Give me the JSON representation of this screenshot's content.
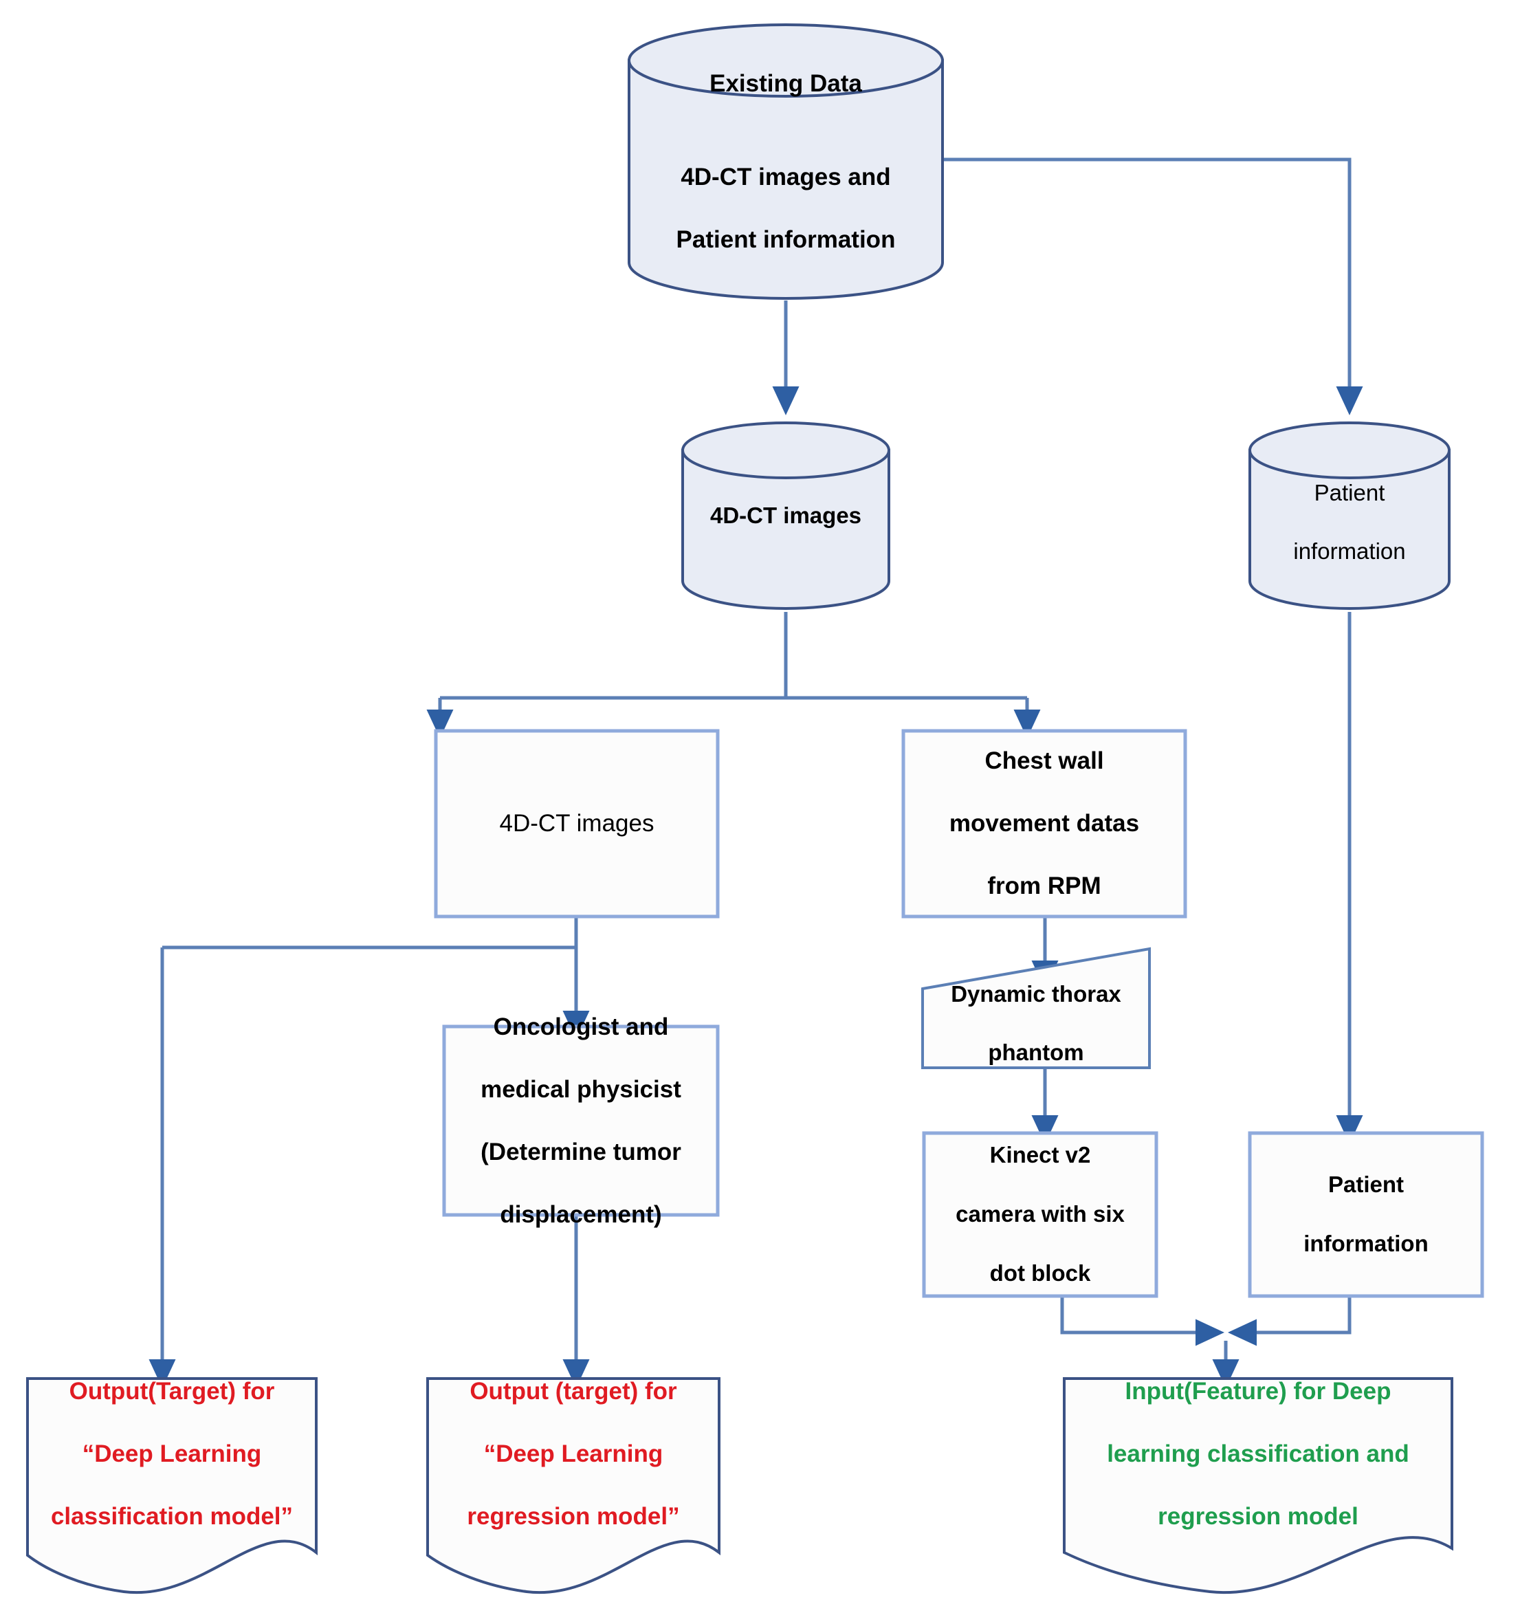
{
  "diagram": {
    "title": "Study workflow flowchart",
    "colors": {
      "cylinder_fill": "#e8ecf5",
      "cylinder_stroke": "#3b5285",
      "box_fill": "#fcfcfc",
      "box_stroke": "#8faadc",
      "connector": "#5b7fb5",
      "arrowhead": "#2e5fa3",
      "text_red": "#e01b22",
      "text_green": "#1f9e4e",
      "text_black": "#000000"
    },
    "nodes": {
      "existing_data": {
        "shape": "cylinder",
        "line1": "Existing Data",
        "line2": "4D-CT images and",
        "line3": "Patient information"
      },
      "ct_cylinder": {
        "shape": "cylinder",
        "label": "4D-CT images"
      },
      "patient_cylinder": {
        "shape": "cylinder",
        "line1": "Patient",
        "line2": "information"
      },
      "ct_box": {
        "shape": "rectangle",
        "label": "4D-CT images"
      },
      "chest_wall_box": {
        "shape": "rectangle",
        "line1": "Chest wall",
        "line2": "movement datas",
        "line3": "from RPM"
      },
      "phantom_box": {
        "shape": "trapezoid",
        "line1": "Dynamic thorax",
        "line2": "phantom"
      },
      "oncologist_box": {
        "shape": "rectangle",
        "line1": "Oncologist and",
        "line2": "medical physicist",
        "line3": "(Determine tumor",
        "line4": "displacement)"
      },
      "kinect_box": {
        "shape": "rectangle",
        "line1": "Kinect v2",
        "line2": "camera with six",
        "line3": "dot block"
      },
      "patient_box": {
        "shape": "rectangle",
        "line1": "Patient",
        "line2": "information"
      },
      "output_classification": {
        "shape": "document",
        "color": "#e01b22",
        "line1": "Output(Target) for",
        "line2": "“Deep Learning",
        "line3": "classification model”"
      },
      "output_regression": {
        "shape": "document",
        "color": "#e01b22",
        "line1": "Output (target) for",
        "line2": "“Deep Learning",
        "line3": "regression model”"
      },
      "input_feature": {
        "shape": "document",
        "color": "#1f9e4e",
        "line1": "Input(Feature) for Deep",
        "line2": "learning classification and",
        "line3": "regression model"
      }
    },
    "edges": [
      {
        "from": "existing_data",
        "to": "ct_cylinder",
        "style": "straight-down"
      },
      {
        "from": "existing_data",
        "to": "patient_cylinder",
        "style": "right-then-down"
      },
      {
        "from": "ct_cylinder",
        "to": "ct_box",
        "style": "split-left"
      },
      {
        "from": "ct_cylinder",
        "to": "chest_wall_box",
        "style": "split-right"
      },
      {
        "from": "ct_box",
        "to": "output_classification",
        "style": "left-then-down"
      },
      {
        "from": "ct_box",
        "to": "oncologist_box",
        "style": "straight-down"
      },
      {
        "from": "oncologist_box",
        "to": "output_regression",
        "style": "straight-down"
      },
      {
        "from": "chest_wall_box",
        "to": "phantom_box",
        "style": "straight-down"
      },
      {
        "from": "phantom_box",
        "to": "kinect_box",
        "style": "straight-down"
      },
      {
        "from": "patient_cylinder",
        "to": "patient_box",
        "style": "straight-down"
      },
      {
        "from": "kinect_box",
        "to": "merge_junction",
        "style": "down-then-right"
      },
      {
        "from": "patient_box",
        "to": "merge_junction",
        "style": "down-then-left"
      },
      {
        "from": "merge_junction",
        "to": "input_feature",
        "style": "straight-down"
      }
    ]
  }
}
